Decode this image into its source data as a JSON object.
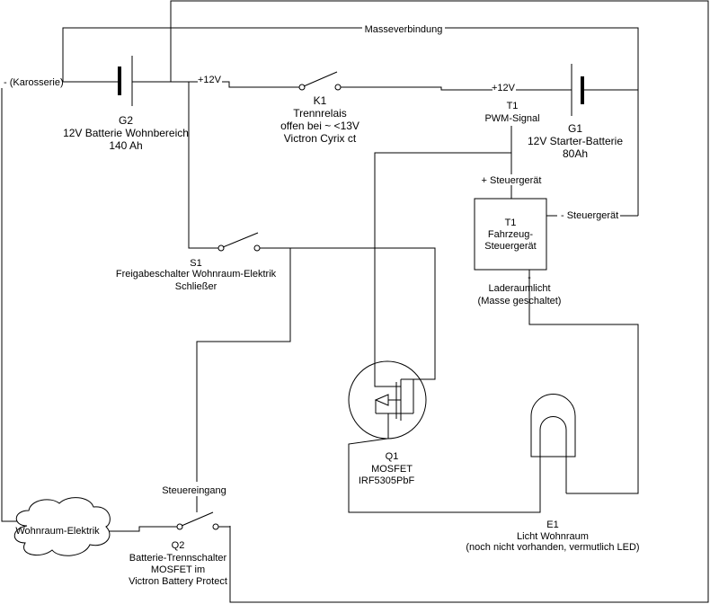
{
  "labels": {
    "masse": "Masseverbindung",
    "karosserie": "- (Karosserie)",
    "plus12_left": "+12V",
    "plus12_right": "+12V",
    "g2": [
      "G2",
      "12V Batterie Wohnbereich",
      "140 Ah"
    ],
    "k1": [
      "K1",
      "Trennrelais",
      "offen bei ~ <13V",
      "Victron Cyrix ct"
    ],
    "t1_top": [
      "T1",
      "PWM-Signal"
    ],
    "g1": [
      "G1",
      "12V Starter-Batterie",
      "80Ah"
    ],
    "plus_steuer": "+ Steuergerät",
    "minus_steuer": "- Steuergerät",
    "t1_box": [
      "T1",
      "Fahrzeug-",
      "Steuergerät"
    ],
    "minus_dot": "-",
    "laderaum": [
      "Laderaumlicht",
      "(Masse geschaltet)"
    ],
    "s1": [
      "S1",
      "Freigabeschalter Wohnraum-Elektrik",
      "Schließer"
    ],
    "q1": [
      "Q1",
      "MOSFET",
      "IRF5305PbF"
    ],
    "steuereingang": "Steuereingang",
    "wohnraum": "Wohnraum-Elektrik",
    "q2": [
      "Q2",
      "Batterie-Trennschalter",
      "MOSFET im",
      "Victron Battery Protect"
    ],
    "e1": [
      "E1",
      "Licht Wohnraum",
      "(noch nicht vorhanden, vermutlich LED)"
    ]
  }
}
